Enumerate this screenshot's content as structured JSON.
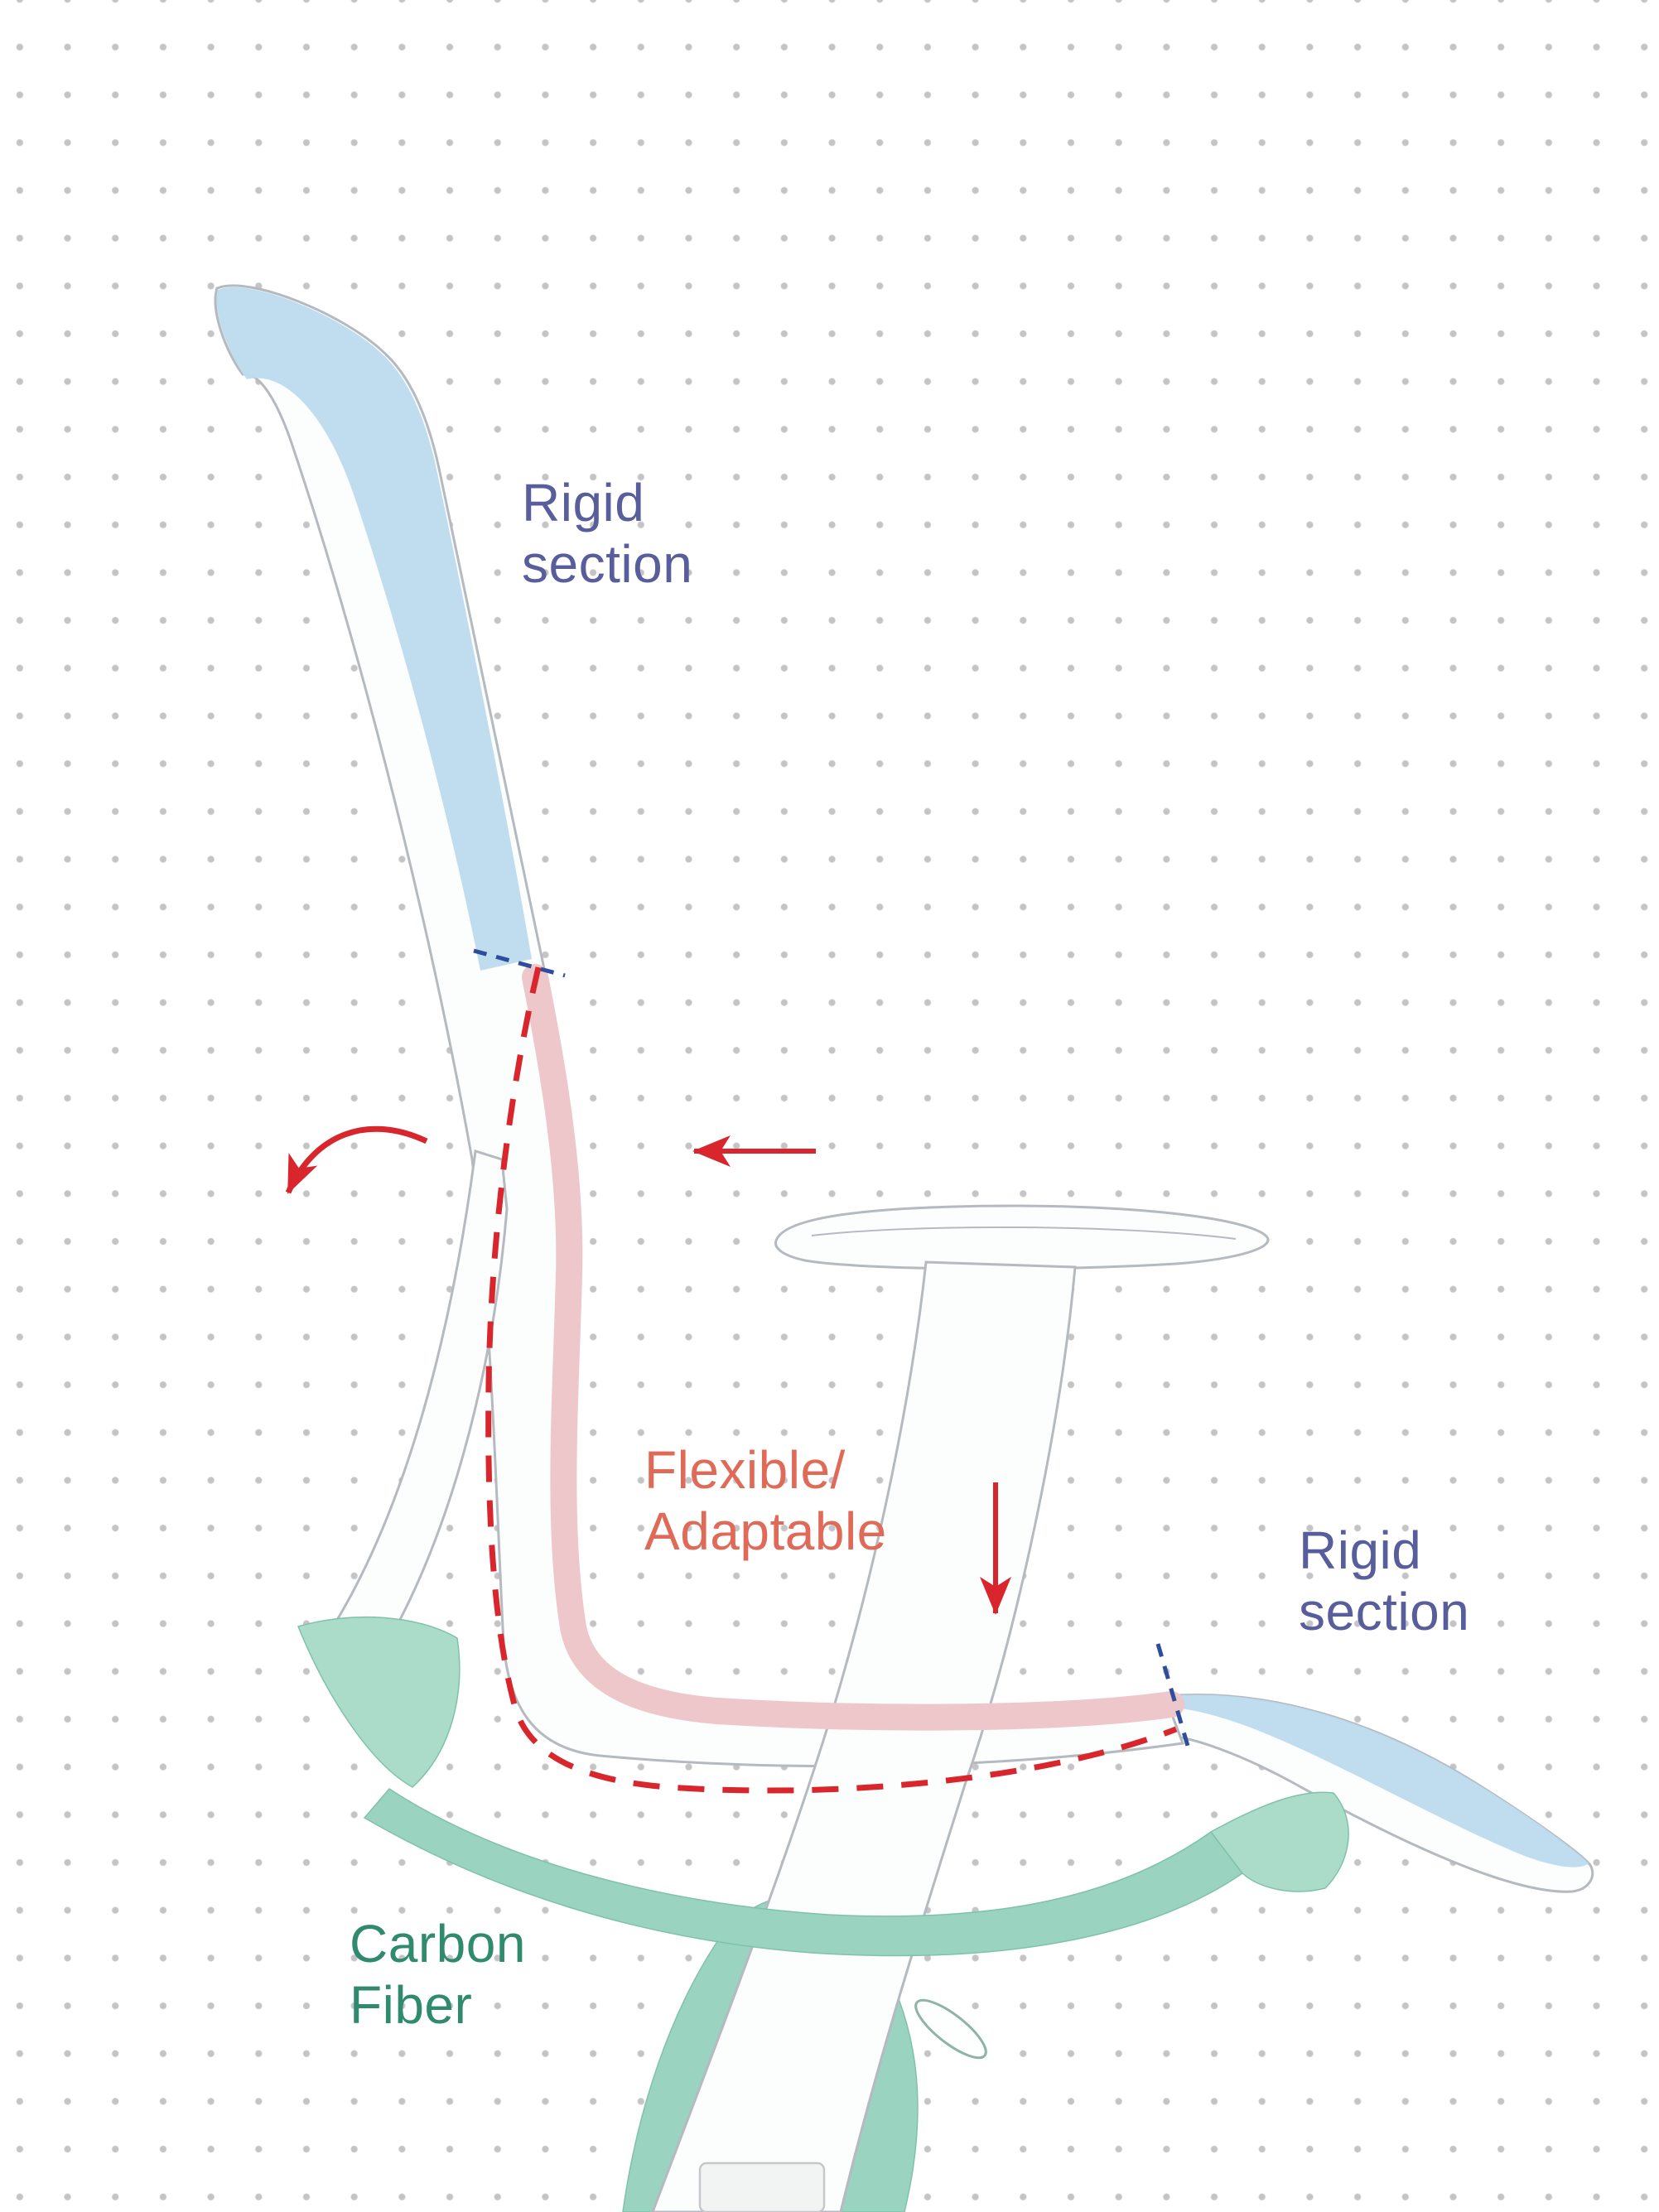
{
  "labels": {
    "rigid_top": "Rigid\nsection",
    "flexible": "Flexible/\nAdaptable",
    "rigid_right": "Rigid\nsection",
    "carbon": "Carbon\nFiber"
  },
  "colors": {
    "background_dot": "#c4c4c7",
    "chair_outline": "#b4bac0",
    "chair_fill": "#fcfdfd",
    "rigid_fill": "#bddcef",
    "flexible_fill": "#eec7ca",
    "carbon_fill": "#9ad3bf",
    "accent_red": "#d8262c",
    "boundary_blue": "#2e4d9c",
    "label_rigid": "#585d9c",
    "label_flexible": "#e06a58",
    "label_carbon": "#2f8a6e"
  }
}
